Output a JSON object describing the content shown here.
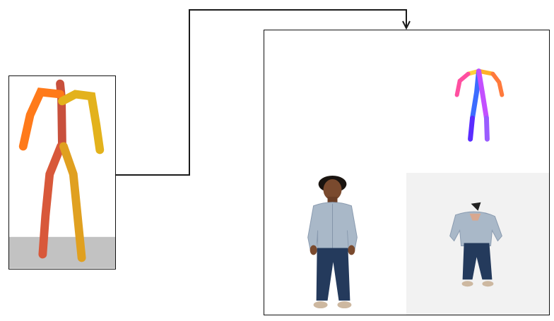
{
  "diagram": {
    "input_panel": {
      "content": "colored-skeleton-pose"
    },
    "output_panel": {
      "items": [
        "pose-skeleton",
        "person-photo",
        "headless-outfit-photo"
      ]
    },
    "colors": {
      "border": "#111111",
      "floor": "#c2c2c2",
      "left_arms": "#ff7a1a",
      "left_torso": "#c8503c",
      "left_legs": "#e0a020",
      "pose_colors": [
        "#ff4fa0",
        "#ff9a3c",
        "#ffd23a",
        "#7a3cff",
        "#3c6cff",
        "#c34fff",
        "#5a2cff"
      ],
      "shirt": "#a9b8c8",
      "jeans": "#243a5c",
      "skin": "#7a4a2e",
      "photo_bg": "#f2f2f2"
    }
  }
}
